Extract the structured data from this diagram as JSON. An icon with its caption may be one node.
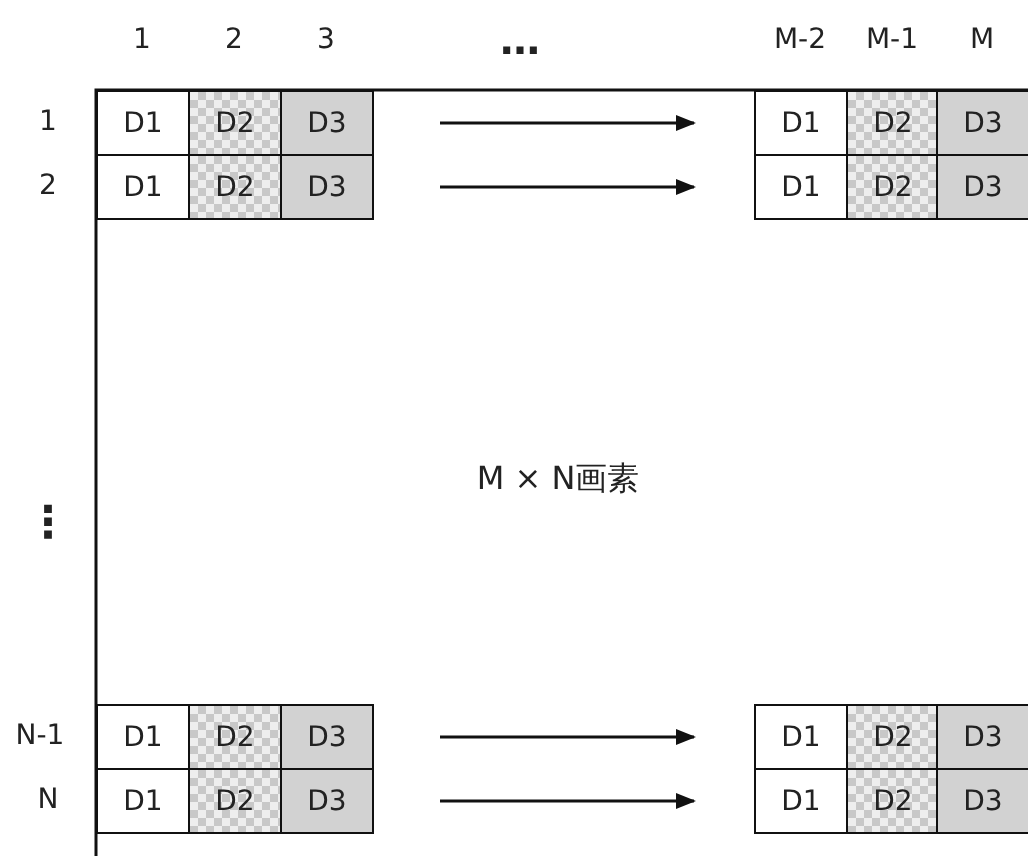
{
  "diagram": {
    "nodes": [
      {
        "text": [
          "D1"
        ]
      },
      {
        "text": [
          "D2"
        ]
      },
      {
        "text": [
          "D3"
        ]
      },
      {
        "text": [
          "D1"
        ]
      },
      {
        "text": [
          "D2"
        ]
      },
      {
        "text": [
          "D3"
        ]
      },
      {
        "text": [
          "D1"
        ]
      },
      {
        "text": [
          "D2"
        ]
      },
      {
        "text": [
          "D3"
        ]
      },
      {
        "text": [
          "D1"
        ]
      },
      {
        "text": [
          "D2"
        ]
      },
      {
        "text": [
          "D3"
        ]
      },
      {
        "text": [
          "D1"
        ]
      },
      {
        "text": [
          "D2"
        ]
      },
      {
        "text": [
          "D3"
        ]
      },
      {
        "text": [
          "D1"
        ]
      },
      {
        "text": [
          "D2"
        ]
      },
      {
        "text": [
          "D3"
        ]
      },
      {
        "text": [
          "D1"
        ]
      },
      {
        "text": [
          "D2"
        ]
      },
      {
        "text": [
          "D3"
        ]
      },
      {
        "text": [
          "D1"
        ]
      },
      {
        "text": [
          "D2"
        ]
      },
      {
        "text": [
          "D3"
        ]
      }
    ],
    "edges": [
      {
        "from": 2,
        "to": 3,
        "arrow": "to"
      },
      {
        "from": 8,
        "to": 9,
        "arrow": "to"
      },
      {
        "from": 14,
        "to": 15,
        "arrow": "to"
      },
      {
        "from": 20,
        "to": 21,
        "arrow": "to"
      }
    ],
    "labels": [
      "1",
      "2",
      "3",
      "…",
      "M-2",
      "M-1",
      "M",
      "1",
      "2",
      "⋮",
      "N-1",
      "N",
      "M × N画素"
    ]
  }
}
